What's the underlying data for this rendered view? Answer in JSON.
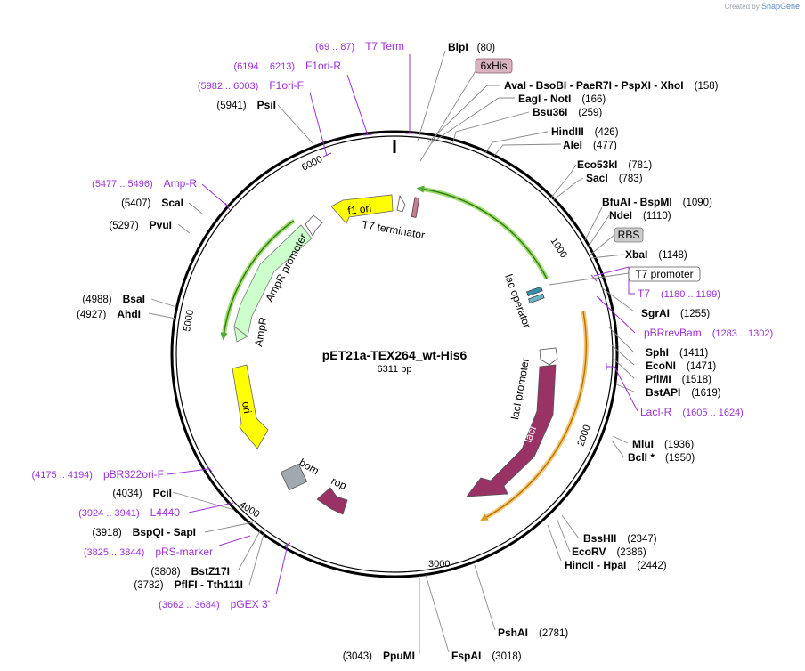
{
  "app": {
    "credit_prefix": "Created by",
    "credit_brand": "SnapGene"
  },
  "plasmid": {
    "name": "pET21a-TEX264_wt-His6",
    "length_label": "6311 bp",
    "length_bp": 6311
  },
  "ticks": [
    {
      "label": "1000",
      "bp": 1000
    },
    {
      "label": "2000",
      "bp": 2000
    },
    {
      "label": "3000",
      "bp": 3000
    },
    {
      "label": "4000",
      "bp": 4000
    },
    {
      "label": "5000",
      "bp": 5000
    },
    {
      "label": "6000",
      "bp": 6000
    }
  ],
  "sites": [
    {
      "id": "blpi",
      "name": "BlpI",
      "pos": "(80)",
      "side": "right"
    },
    {
      "id": "avai",
      "name": "AvaI  - BsoBI  - PaeR7I  - PspXI  - XhoI",
      "pos": "(158)",
      "side": "right"
    },
    {
      "id": "eagi",
      "name": "EagI  - NotI",
      "pos": "(166)",
      "side": "right"
    },
    {
      "id": "bsu36i",
      "name": "Bsu36I",
      "pos": "(259)",
      "side": "right"
    },
    {
      "id": "hindiii",
      "name": "HindIII",
      "pos": "(426)",
      "side": "right"
    },
    {
      "id": "alei",
      "name": "AleI",
      "pos": "(477)",
      "side": "right"
    },
    {
      "id": "eco53ki",
      "name": "Eco53kI",
      "pos": "(781)",
      "side": "right"
    },
    {
      "id": "saci",
      "name": "SacI",
      "pos": "(783)",
      "side": "right"
    },
    {
      "id": "bfuai",
      "name": "BfuAI  - BspMI",
      "pos": "(1090)",
      "side": "right"
    },
    {
      "id": "ndei",
      "name": "NdeI",
      "pos": "(1110)",
      "side": "right"
    },
    {
      "id": "xbai",
      "name": "XbaI",
      "pos": "(1148)",
      "side": "right"
    },
    {
      "id": "sgrai",
      "name": "SgrAI",
      "pos": "(1255)",
      "side": "right"
    },
    {
      "id": "sphi",
      "name": "SphI",
      "pos": "(1411)",
      "side": "right"
    },
    {
      "id": "econi",
      "name": "EcoNI",
      "pos": "(1471)",
      "side": "right"
    },
    {
      "id": "pflmi",
      "name": "PflMI",
      "pos": "(1518)",
      "side": "right"
    },
    {
      "id": "bstapi",
      "name": "BstAPI",
      "pos": "(1619)",
      "side": "right"
    },
    {
      "id": "mlui",
      "name": "MluI",
      "pos": "(1936)",
      "side": "right"
    },
    {
      "id": "bcli",
      "name": "BclI *",
      "pos": "(1950)",
      "side": "right"
    },
    {
      "id": "bsshii",
      "name": "BssHII",
      "pos": "(2347)",
      "side": "right"
    },
    {
      "id": "ecorv",
      "name": "EcoRV",
      "pos": "(2386)",
      "side": "right"
    },
    {
      "id": "hincii",
      "name": "HincII  - HpaI",
      "pos": "(2442)",
      "side": "right"
    },
    {
      "id": "pshai",
      "name": "PshAI",
      "pos": "(2781)",
      "side": "right"
    },
    {
      "id": "fspai",
      "name": "FspAI",
      "pos": "(3018)",
      "side": "right"
    },
    {
      "id": "ppumi",
      "name": "PpuMI",
      "pos": "(3043)",
      "side": "left"
    },
    {
      "id": "pflfi",
      "name": "PflFI  - Tth111I",
      "pos": "(3782)",
      "side": "left"
    },
    {
      "id": "bstz17i",
      "name": "BstZ17I",
      "pos": "(3808)",
      "side": "left"
    },
    {
      "id": "bspqi",
      "name": "BspQI  - SapI",
      "pos": "(3918)",
      "side": "left"
    },
    {
      "id": "pcii",
      "name": "PciI",
      "pos": "(4034)",
      "side": "left"
    },
    {
      "id": "ahdi",
      "name": "AhdI",
      "pos": "(4927)",
      "side": "left"
    },
    {
      "id": "bsai",
      "name": "BsaI",
      "pos": "(4988)",
      "side": "left"
    },
    {
      "id": "pvui",
      "name": "PvuI",
      "pos": "(5297)",
      "side": "left"
    },
    {
      "id": "scai",
      "name": "ScaI",
      "pos": "(5407)",
      "side": "left"
    },
    {
      "id": "psii",
      "name": "PsiI",
      "pos": "(5941)",
      "side": "left"
    }
  ],
  "primers": [
    {
      "id": "t7term",
      "name": "T7 Term",
      "pos": "(69 .. 87)",
      "side": "left"
    },
    {
      "id": "f1orir",
      "name": "F1ori-R",
      "pos": "(6194 .. 6213)",
      "side": "left"
    },
    {
      "id": "f1orif",
      "name": "F1ori-F",
      "pos": "(5982 .. 6003)",
      "side": "left"
    },
    {
      "id": "ampr-primer",
      "name": "Amp-R",
      "pos": "(5477 .. 5496)",
      "side": "left"
    },
    {
      "id": "t7",
      "name": "T7",
      "pos": "(1180 .. 1199)",
      "side": "right"
    },
    {
      "id": "pbrrevbam",
      "name": "pBRrevBam",
      "pos": "(1283 .. 1302)",
      "side": "right"
    },
    {
      "id": "laci-r",
      "name": "LacI-R",
      "pos": "(1605 .. 1624)",
      "side": "right"
    },
    {
      "id": "pbr322ori",
      "name": "pBR322ori-F",
      "pos": "(4175 .. 4194)",
      "side": "left"
    },
    {
      "id": "l4440",
      "name": "L4440",
      "pos": "(3924 .. 3941)",
      "side": "left"
    },
    {
      "id": "prs",
      "name": "pRS-marker",
      "pos": "(3825 .. 3844)",
      "side": "left"
    },
    {
      "id": "pgex3",
      "name": "pGEX 3'",
      "pos": "(3662 .. 3684)",
      "side": "left"
    }
  ],
  "boxed_features": [
    {
      "id": "6xhis",
      "label": "6xHis",
      "fill": "#d9b3bf"
    },
    {
      "id": "rbs",
      "label": "RBS",
      "fill": "#cccccc"
    },
    {
      "id": "t7promoter",
      "label": "T7 promoter",
      "fill": "#ffffff"
    }
  ],
  "features": [
    {
      "id": "f1ori",
      "label": "f1 ori",
      "color": "#ffff00"
    },
    {
      "id": "ampr-promoter",
      "label": "AmpR promoter",
      "color": "#ffffff"
    },
    {
      "id": "ampr",
      "label": "AmpR",
      "color": "#ccffcc"
    },
    {
      "id": "ori",
      "label": "ori",
      "color": "#ffff00"
    },
    {
      "id": "bom",
      "label": "bom",
      "color": "#a0a8b0"
    },
    {
      "id": "rop",
      "label": "rop",
      "color": "#993366"
    },
    {
      "id": "laci",
      "label": "lacI",
      "color": "#993366"
    },
    {
      "id": "laci-promoter",
      "label": "lacI promoter",
      "color": "#ffffff"
    },
    {
      "id": "lac-operator",
      "label": "lac operator",
      "color": "#3a8fa8"
    },
    {
      "id": "t7-terminator",
      "label": "T7 terminator",
      "color": "#c08090"
    },
    {
      "id": "tex264",
      "label": "",
      "color": "#ccffaa"
    }
  ]
}
